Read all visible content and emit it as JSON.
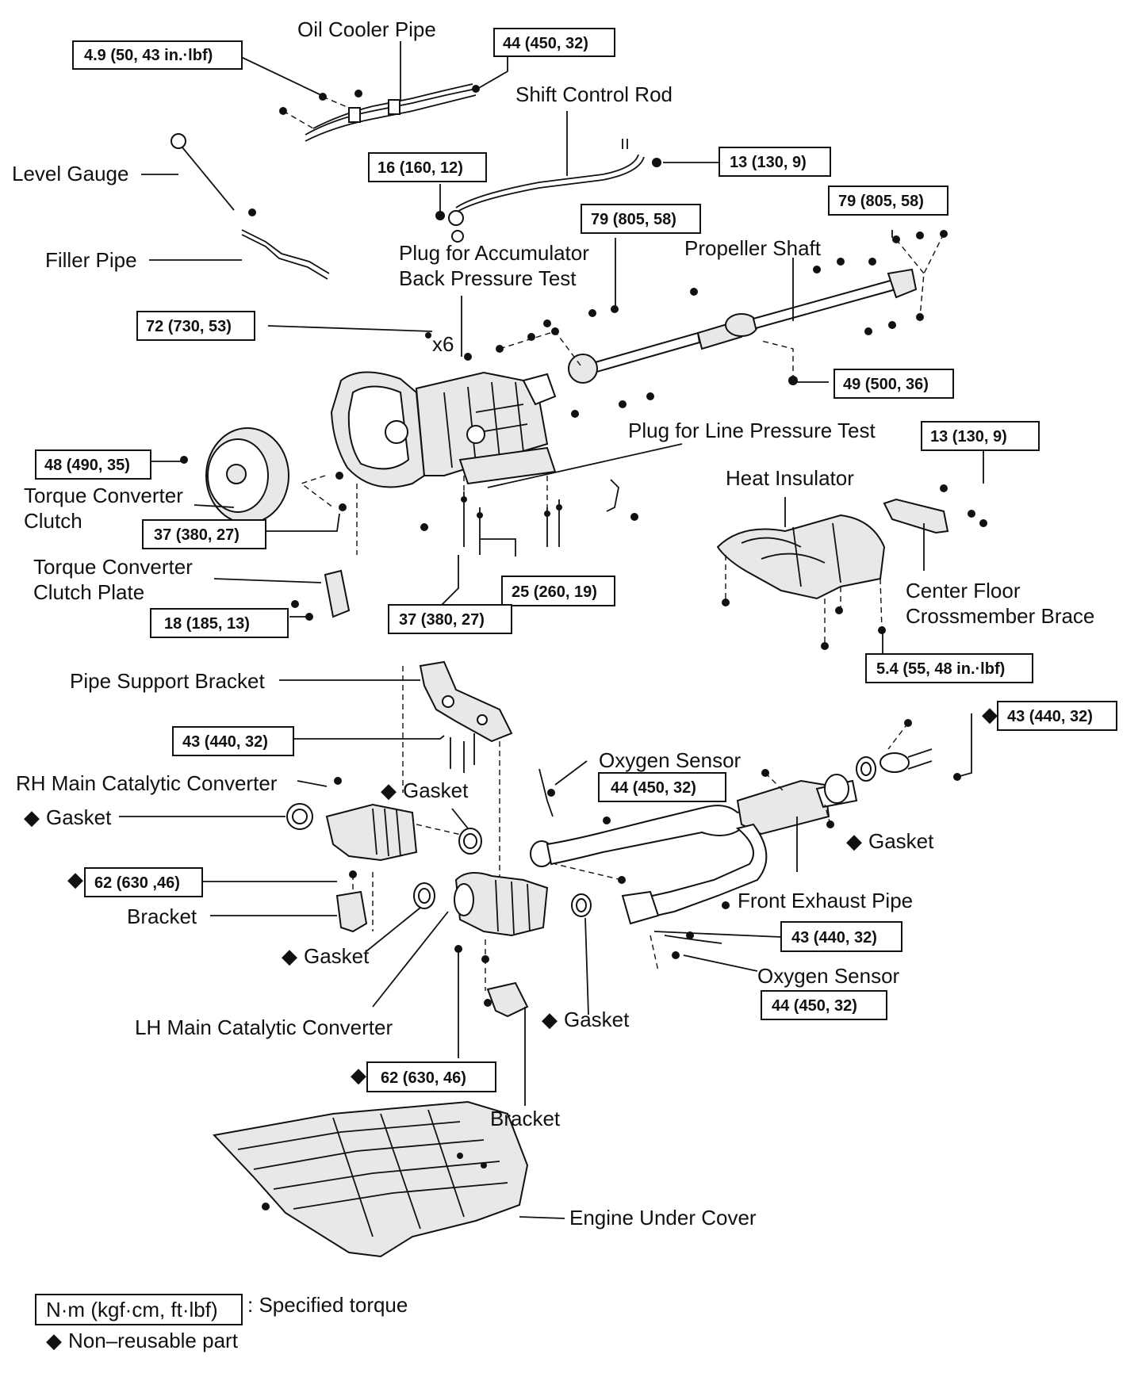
{
  "labels": {
    "oil_cooler_pipe": "Oil Cooler Pipe",
    "shift_control_rod": "Shift Control Rod",
    "level_gauge": "Level Gauge",
    "filler_pipe": "Filler Pipe",
    "plug_accumulator_1": "Plug for Accumulator",
    "plug_accumulator_2": "Back Pressure Test",
    "propeller_shaft": "Propeller Shaft",
    "x6": "x6",
    "plug_line_pressure": "Plug for Line Pressure Test",
    "torque_converter_clutch_1": "Torque Converter",
    "torque_converter_clutch_2": "Clutch",
    "heat_insulator": "Heat Insulator",
    "tcc_plate_1": "Torque Converter",
    "tcc_plate_2": "Clutch Plate",
    "center_floor_1": "Center Floor",
    "center_floor_2": "Crossmember Brace",
    "pipe_support_bracket": "Pipe Support Bracket",
    "oxygen_sensor_upper": "Oxygen Sensor",
    "rh_main_cat": "RH Main Catalytic Converter",
    "gasket_a": "Gasket",
    "gasket_b": "Gasket",
    "gasket_c": "Gasket",
    "gasket_d": "Gasket",
    "gasket_e": "Gasket",
    "bracket_left": "Bracket",
    "front_exhaust_pipe": "Front Exhaust Pipe",
    "oxygen_sensor_lower": "Oxygen Sensor",
    "lh_main_cat": "LH Main Catalytic Converter",
    "bracket_bottom": "Bracket",
    "engine_under_cover": "Engine Under Cover"
  },
  "torques": {
    "t_4_9": "4.9 (50, 43 in.·lbf)",
    "t_44_top": "44 (450, 32)",
    "t_16": "16 (160, 12)",
    "t_13_top": "13 (130, 9)",
    "t_79_a": "79 (805, 58)",
    "t_79_b": "79 (805, 58)",
    "t_72": "72 (730, 53)",
    "t_49": "49 (500, 36)",
    "t_48": "48 (490, 35)",
    "t_13_right": "13 (130, 9)",
    "t_37_left": "37 (380, 27)",
    "t_25": "25 (260, 19)",
    "t_18": "18 (185, 13)",
    "t_37_mid": "37 (380, 27)",
    "t_5_4": "5.4 (55, 48 in.·lbf)",
    "t_43_bracket": "43 (440, 32)",
    "t_43_right": "43 (440, 32)",
    "t_44_oxy_upper": "44 (450, 32)",
    "t_62_left": "62 (630 ,46)",
    "t_43_lower": "43 (440, 32)",
    "t_44_oxy_lower": "44 (450, 32)",
    "t_62_bottom": "62 (630, 46)"
  },
  "non_reusable_marker": "◆",
  "legend": {
    "unit_box": "N·m (kgf·cm, ft·lbf)",
    "unit_desc": ": Specified torque",
    "marker": "◆",
    "nonreusable_desc": "Non–reusable part"
  }
}
